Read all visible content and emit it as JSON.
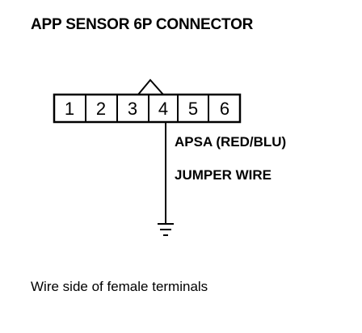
{
  "title": "APP SENSOR 6P CONNECTOR",
  "connector": {
    "pins": [
      "1",
      "2",
      "3",
      "4",
      "5",
      "6"
    ]
  },
  "labels": {
    "apsa": "APSA (RED/BLU)",
    "jumper": "JUMPER WIRE"
  },
  "footer": "Wire side of female terminals"
}
